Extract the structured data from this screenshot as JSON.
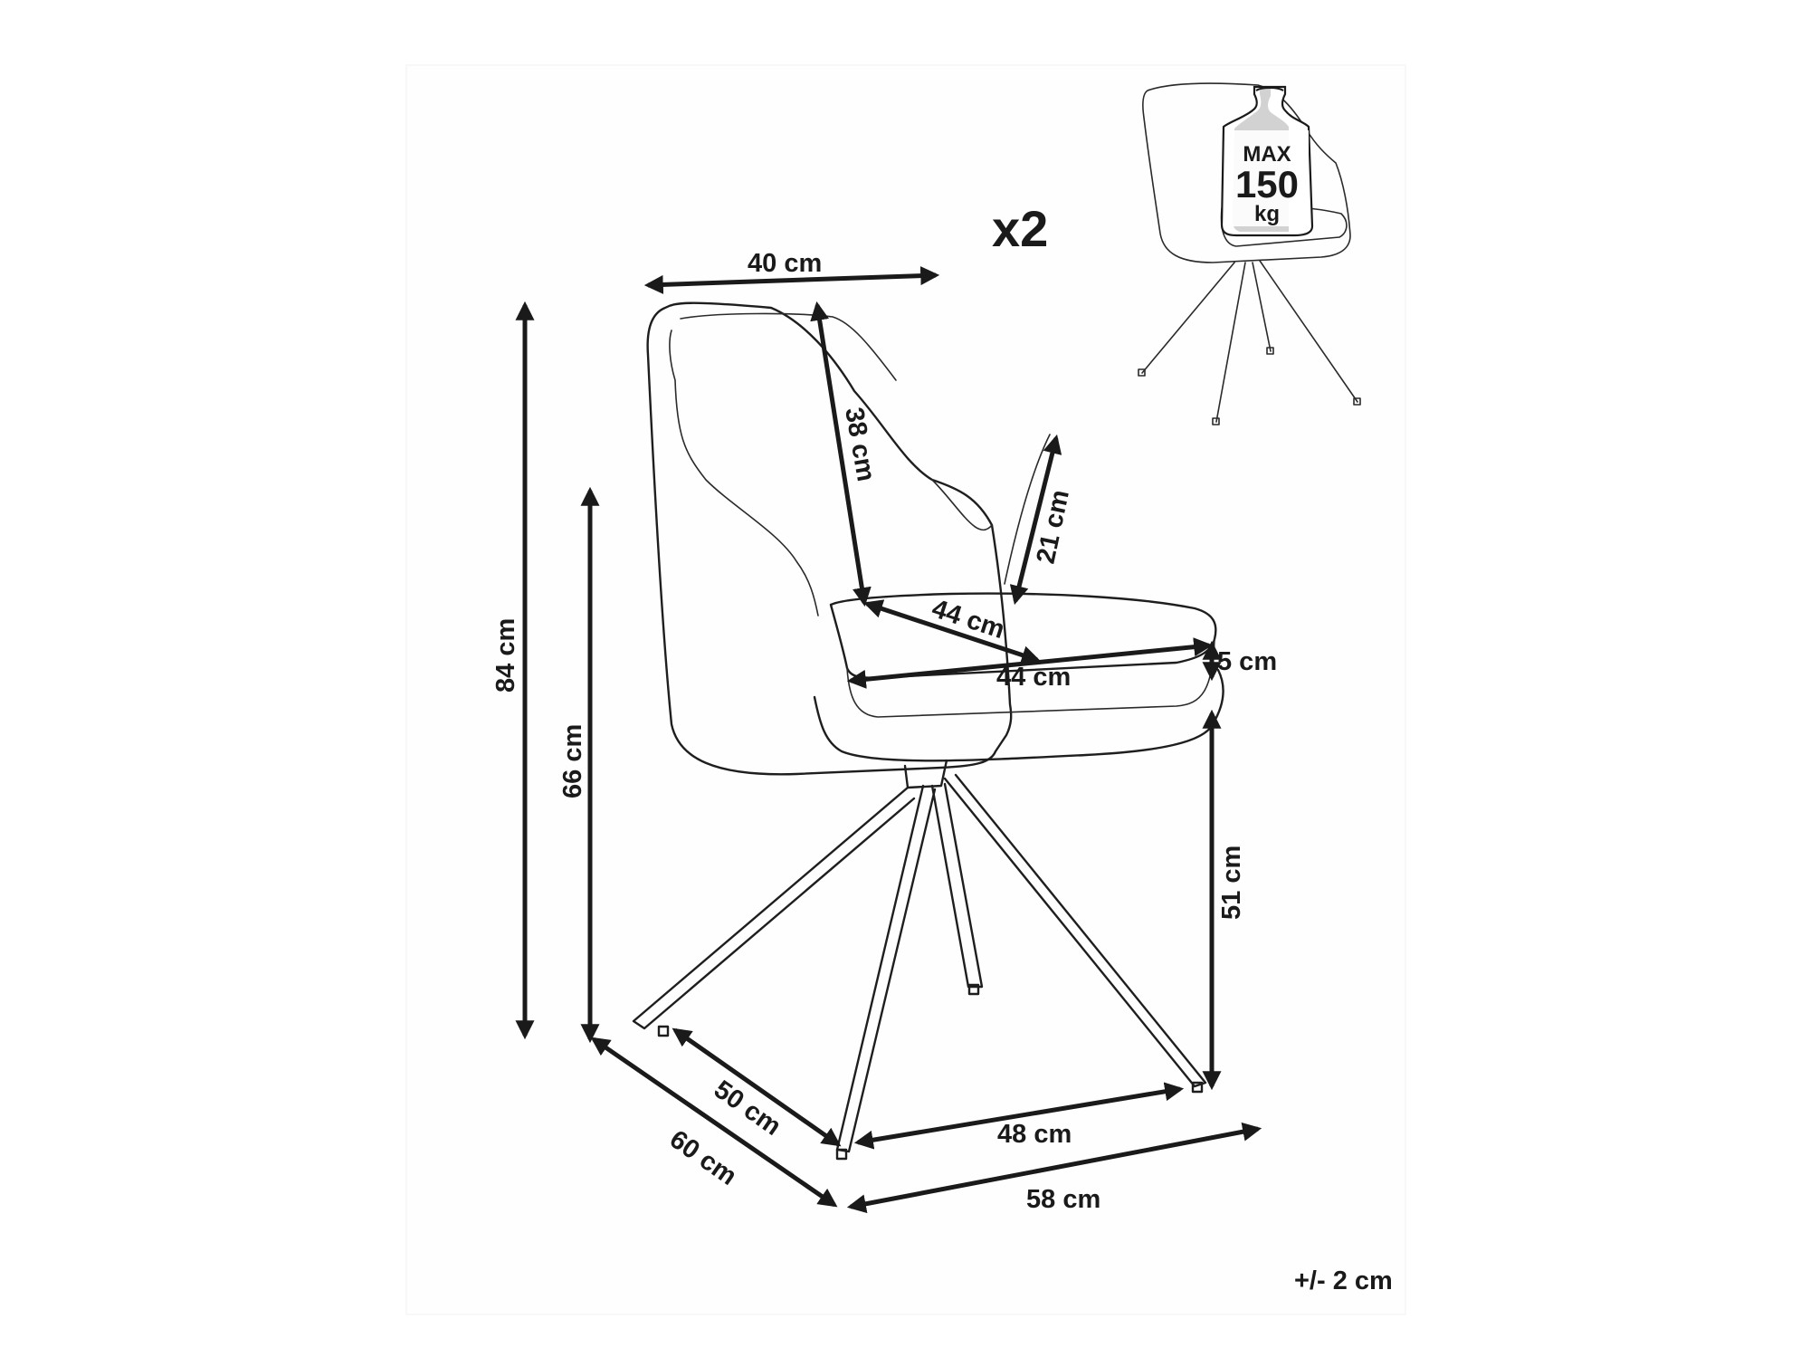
{
  "quantity": "x2",
  "tolerance": "+/- 2 cm",
  "max_load": {
    "max": "MAX",
    "value": "150",
    "unit": "kg"
  },
  "dimensions": {
    "backrest_width": "40 cm",
    "backrest_height": "38 cm",
    "armrest_height": "21 cm",
    "seat_depth": "44 cm",
    "seat_width": "44 cm",
    "seat_thickness": "5 cm",
    "total_height": "84 cm",
    "armrest_floor_height": "66 cm",
    "seat_floor_height": "51 cm",
    "leg_depth": "50 cm",
    "total_depth": "60 cm",
    "leg_width": "48 cm",
    "total_width": "58 cm"
  }
}
